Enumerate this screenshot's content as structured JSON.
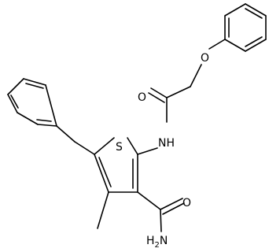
{
  "molecule": {
    "atoms": {
      "sulfur": "S",
      "amide_nitrogen": "NH",
      "carbonyl_oxygen": "O",
      "ether_oxygen": "O",
      "carboxamide_oxygen": "O",
      "carboxamide_nh2_n": "H",
      "carboxamide_nh2_sub": "2",
      "carboxamide_nh2_tail": "N"
    }
  }
}
